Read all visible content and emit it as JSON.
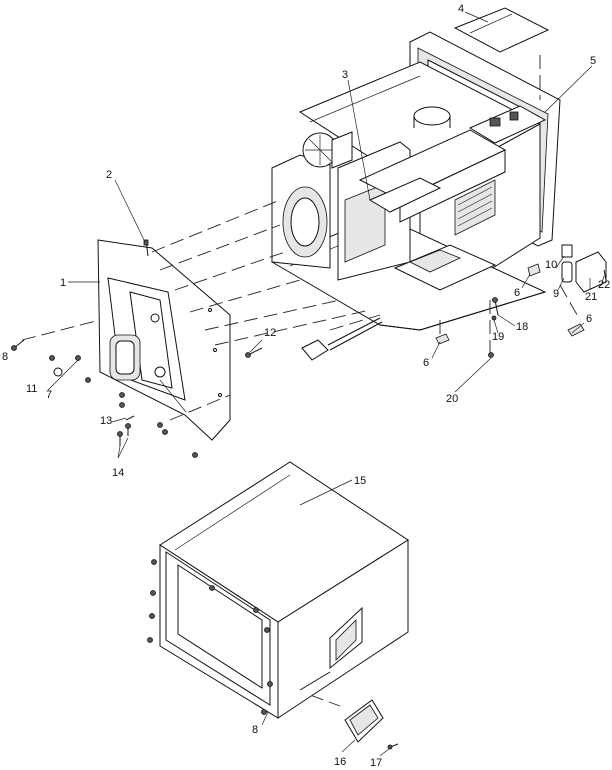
{
  "callouts": [
    "1",
    "2",
    "3",
    "4",
    "5",
    "6",
    "6",
    "6",
    "7",
    "8",
    "8",
    "9",
    "10",
    "11",
    "12",
    "13",
    "14",
    "15",
    "16",
    "17",
    "18",
    "19",
    "20",
    "21",
    "22"
  ],
  "colors": {
    "line": "#111111",
    "background": "#ffffff",
    "shade": "#e6e6e6"
  }
}
